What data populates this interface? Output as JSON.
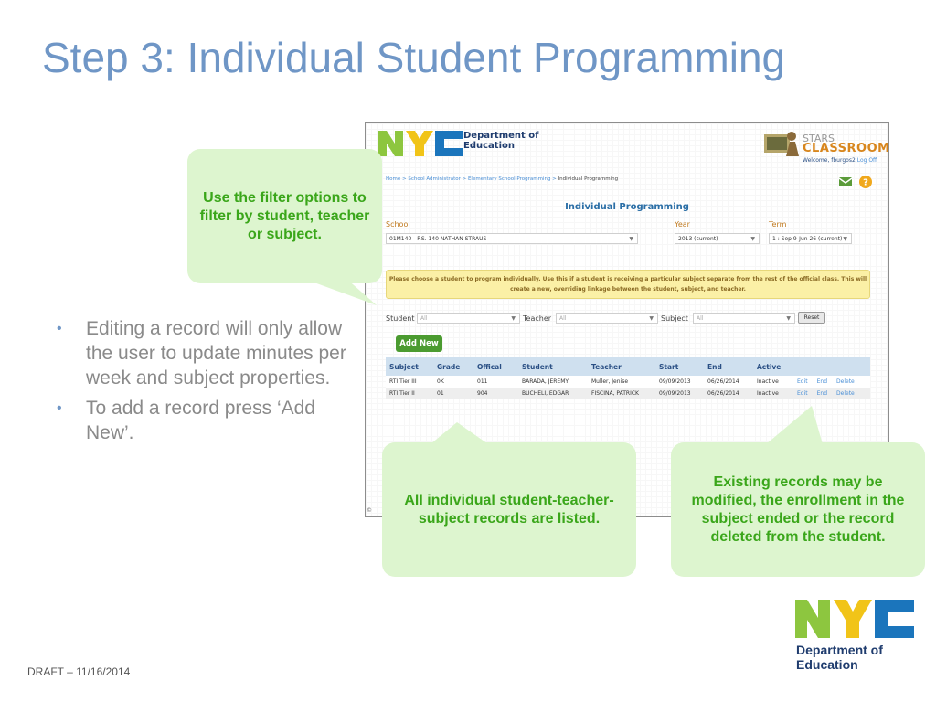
{
  "slide": {
    "title": "Step 3: Individual Student Programming",
    "bullets": [
      "Editing a record will only allow the user to update minutes per week and subject properties.",
      "To add a record press ‘Add New’."
    ],
    "draft": "DRAFT – 11/16/2014",
    "bullet_glyph": "•"
  },
  "app": {
    "dept_line1": "Department of",
    "dept_line2": "Education",
    "stars_line1": "STARS",
    "stars_line2": "CLASSROOM",
    "welcome": "Welcome, fburgos2",
    "logoff": "Log Off",
    "breadcrumb": "Home > School Administrator > Elementary School Programming >",
    "breadcrumb_current": "Individual Programming",
    "page_heading": "Individual Programming",
    "school_label": "School",
    "school_value": "01M140 - P.S. 140 NATHAN STRAUS",
    "year_label": "Year",
    "year_value": "2013 (current)",
    "term_label": "Term",
    "term_value": "1 : Sep 9-Jun 26 (current)",
    "notice": "Please choose a student to program individually. Use this if a student is receiving a particular subject separate from the rest of the official class. This will create a new, overriding linkage between the student, subject, and teacher.",
    "filters": {
      "student_label": "Student",
      "student_placeholder": "All",
      "teacher_label": "Teacher",
      "teacher_placeholder": "All",
      "subject_label": "Subject",
      "subject_placeholder": "All",
      "reset_label": "Reset"
    },
    "add_new_label": "Add New",
    "table": {
      "headers": [
        "Subject",
        "Grade",
        "Offical",
        "Student",
        "Teacher",
        "Start",
        "End",
        "Active",
        ""
      ],
      "rows": [
        [
          "RTI Tier III",
          "0K",
          "011",
          "BARADA, JEREMY",
          "Muller, Jenise",
          "09/09/2013",
          "06/26/2014",
          "Inactive"
        ],
        [
          "RTI Tier II",
          "01",
          "904",
          "BUCHELI, EDGAR",
          "FISCINA, PATRICK",
          "09/09/2013",
          "06/26/2014",
          "Inactive"
        ]
      ],
      "action_edit": "Edit",
      "action_end": "End",
      "action_delete": "Delete"
    },
    "footer_mark": "©"
  },
  "callouts": {
    "filter": "Use the filter options to filter by student, teacher or subject.",
    "listed": "All individual student-teacher-subject records are listed.",
    "existing": "Existing records may be modified, the enrollment in the subject ended or the record deleted from the student."
  },
  "footer_logo": {
    "line1": "Department of",
    "line2": "Education"
  },
  "colors": {
    "title": "#6f96c6",
    "callout_bg": "#ddf5cf",
    "callout_text": "#3aa61a",
    "nyc_green": "#8dc63f",
    "nyc_blue": "#1b75bc",
    "add_button": "#4b9b30"
  },
  "icons": [
    "nyc-logo",
    "stars-classroom-logo",
    "mail-icon",
    "help-icon",
    "dropdown-arrow-icon"
  ]
}
